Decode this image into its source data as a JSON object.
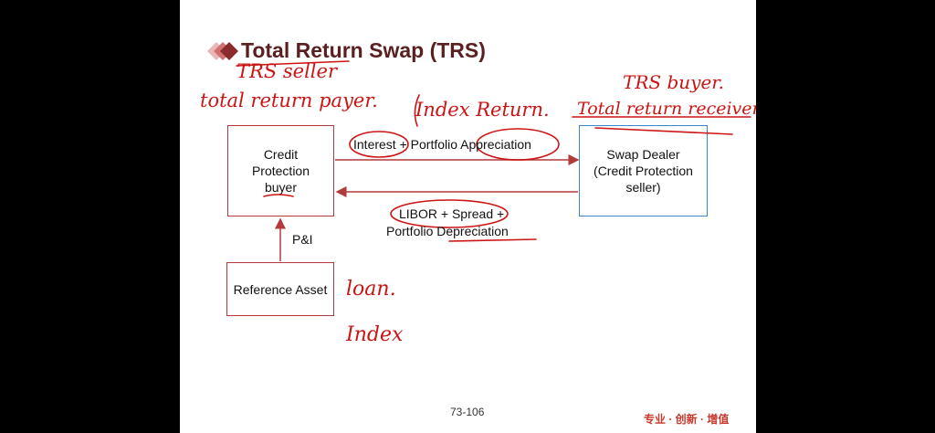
{
  "title": "Total Return Swap (TRS)",
  "boxes": {
    "buyer": [
      "Credit",
      "Protection",
      "buyer"
    ],
    "dealer": [
      "Swap Dealer",
      "(Credit Protection",
      "seller)"
    ],
    "asset": "Reference Asset"
  },
  "flows": {
    "top": {
      "p1": "Interest",
      "p2": " + Portfolio ",
      "p3": "Appreciation"
    },
    "bottom_line1": "LIBOR + Spread +",
    "bottom_line2": "Portfolio Depreciation",
    "pi": "P&I"
  },
  "annotations": {
    "trs_seller": "TRS seller",
    "total_return_payer": "total return payer.",
    "index_return": "Index Return.",
    "trs_buyer": "TRS buyer.",
    "total_return_receiver": "Total return receiver",
    "loan": "loan.",
    "index": "Index"
  },
  "footer": {
    "page": "73-106",
    "watermark": "专业 · 创新 · 增值"
  },
  "colors": {
    "title": "#5a1f1f",
    "accent_red": "#b23a3a",
    "ink": "#cc1414",
    "blue": "#3a86c8"
  }
}
